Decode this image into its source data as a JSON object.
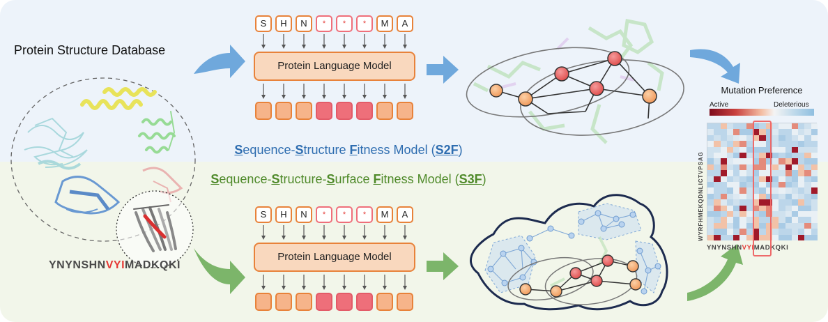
{
  "database": {
    "title": "Protein Structure Database",
    "sequence": {
      "before": "YNYNSHN",
      "highlight": "VYI",
      "after": "MADKQKI"
    }
  },
  "s2f": {
    "title_parts": [
      {
        "text": "S",
        "bold": true
      },
      {
        "text": "equence-",
        "bold": false
      },
      {
        "text": "S",
        "bold": true
      },
      {
        "text": "tructure ",
        "bold": false
      },
      {
        "text": "F",
        "bold": true
      },
      {
        "text": "itness Model (",
        "bold": false
      },
      {
        "text": "S2F",
        "bold": true
      },
      {
        "text": ")",
        "bold": false
      }
    ]
  },
  "s3f": {
    "title_parts": [
      {
        "text": "S",
        "bold": true
      },
      {
        "text": "equence-",
        "bold": false
      },
      {
        "text": "S",
        "bold": true
      },
      {
        "text": "tructure-",
        "bold": false
      },
      {
        "text": "S",
        "bold": true
      },
      {
        "text": "urface ",
        "bold": false
      },
      {
        "text": "F",
        "bold": true
      },
      {
        "text": "itness Model (",
        "bold": false
      },
      {
        "text": "S3F",
        "bold": true
      },
      {
        "text": ")",
        "bold": false
      }
    ]
  },
  "tokens": [
    "S",
    "H",
    "N",
    "*",
    "*",
    "*",
    "M",
    "A"
  ],
  "masked": [
    false,
    false,
    false,
    true,
    true,
    true,
    false,
    false
  ],
  "plm_label": "Protein Language Model",
  "mutation_preference": {
    "title": "Mutation Preference",
    "legend_low": "Active",
    "legend_high": "Deleterious",
    "y_labels": "WYRFHMEKQDNLICTVPSAG",
    "x_before": "YNYNSHN",
    "x_highlight": "VYI",
    "x_after": "MADKQKI"
  },
  "colors": {
    "orange": "#e8823a",
    "mask_red": "#ee6f7a",
    "blue_arrow": "#6fa8dc",
    "green_arrow": "#7cb56a",
    "s2f_blue": "#2e6db0",
    "s3f_green": "#4f8a2a",
    "highlight_red": "#e53935"
  },
  "icons": [
    "curved-arrow-icon",
    "protein-structure-icon",
    "residue-graph-icon",
    "surface-graph-icon"
  ]
}
